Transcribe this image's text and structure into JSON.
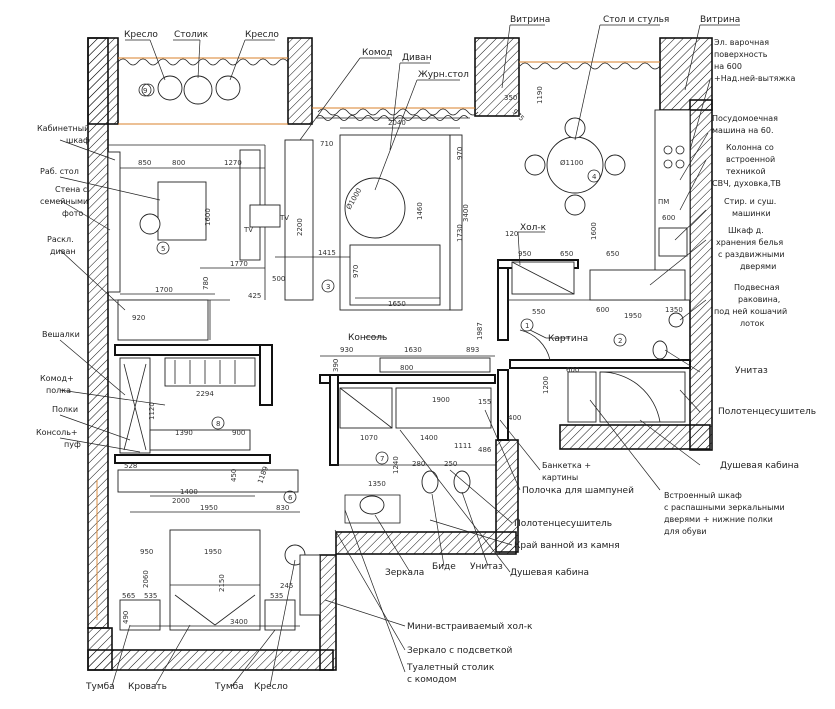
{
  "labels": {
    "armchair_left": "Кресло",
    "coffee_table": "Столик",
    "armchair_right": "Кресло",
    "dresser": "Комод",
    "sofa": "Диван",
    "journal_table": "Журн.стол",
    "showcase_1": "Витрина",
    "table_chairs": "Стол и стулья",
    "showcase_2": "Витрина",
    "cooktop": [
      "Эл. варочная",
      "поверхность",
      "на 600",
      "+Над.ней-вытяжка"
    ],
    "cabinet_wardrobe": [
      "Кабинетный",
      "шкаф"
    ],
    "work_table": "Раб. стол",
    "family_wall": [
      "Стена с",
      "семейными",
      "фото"
    ],
    "fold_sofa": [
      "Раскл.",
      "диван"
    ],
    "dishwasher": [
      "Посудомоечная",
      "машина на 60."
    ],
    "column": [
      "Колонна со",
      "встроенной",
      "техникой",
      "СВЧ, духовка,ТВ"
    ],
    "fridge": "Хол-к",
    "washer": [
      "Стир. и суш.",
      "машинки"
    ],
    "linen_closet": [
      "Шкаф д.",
      "хранения белья",
      "с раздвижными",
      "дверями"
    ],
    "sink": [
      "Подвесная",
      "раковина,",
      "под ней кошачий",
      "лоток"
    ],
    "hangers": "Вешалки",
    "dresser_shelf": [
      "Комод+",
      "полка"
    ],
    "shelves": "Полки",
    "console_pouf": [
      "Консоль+",
      "пуф"
    ],
    "console": "Консоль",
    "painting": "Картина",
    "toilet_1": "Унитаз",
    "towel_dryer_1": "Полотенцесушитель",
    "shower_1": "Душевая кабина",
    "bench": [
      "Банкетка +",
      "картины"
    ],
    "shampoo_shelf": "Полочка для шампуней",
    "towel_dryer_2": "Полотенцесушитель",
    "stone_edge": "Край ванной из камня",
    "wardrobe_mirror": [
      "Встроенный шкаф",
      "с распашными зеркальными",
      "дверями + нижние полки",
      "для обуви"
    ],
    "mirrors": "Зеркала",
    "bidet": "Биде",
    "toilet_2": "Унитаз",
    "shower_2": "Душевая кабина",
    "mini_fridge": "Мини-встраиваемый хол-к",
    "lit_mirror": "Зеркало с подсветкой",
    "vanity": [
      "Туалетный столик",
      "с комодом"
    ],
    "nightstand_left": "Тумба",
    "bed": "Кровать",
    "nightstand_right": "Тумба",
    "armchair_bed": "Кресло",
    "pm": "ПМ",
    "tv_a": "TV",
    "tv_b": "TV"
  },
  "rooms": [
    "1",
    "2",
    "3",
    "4",
    "5",
    "6",
    "7",
    "8",
    "9"
  ],
  "dimensions": {
    "top_2040": "2040",
    "d_710": "710",
    "d_970a": "970",
    "d_1000": "Ø1000",
    "d_1460": "1460",
    "d_3400a": "3400",
    "d_970b": "970",
    "d_1730": "1730",
    "d_1650": "1650",
    "d_1415": "1415",
    "d_2200": "2200",
    "d_850": "850",
    "d_800a": "800",
    "d_1270": "1270",
    "d_1600": "1600",
    "d_1770": "1770",
    "d_500a": "500",
    "d_425": "425",
    "d_1700": "1700",
    "d_920": "920",
    "d_780": "780",
    "d_1190": "1190",
    "d_1100": "Ø1100",
    "d_975": "975",
    "d_350": "350",
    "d_950a": "950",
    "d_650a": "650",
    "d_650b": "650",
    "d_120": "120",
    "d_1600b": "1600",
    "d_600a": "600",
    "d_550": "550",
    "d_600b": "600",
    "d_1950a": "1950",
    "d_1350a": "1350",
    "d_930": "930",
    "d_1630": "1630",
    "d_893": "893",
    "d_1987": "1987",
    "d_800b": "800",
    "d_390": "390",
    "d_1900": "1900",
    "d_155": "155",
    "d_1070": "1070",
    "d_1400a": "1400",
    "d_1111": "1111",
    "d_2294": "2294",
    "d_1390": "1390",
    "d_900": "900",
    "d_1120": "1120",
    "d_528": "528",
    "d_1400b": "1400",
    "d_2000": "2000",
    "d_1950b": "1950",
    "d_830": "830",
    "d_950b": "950",
    "d_1950c": "1950",
    "d_2060": "2060",
    "d_2150": "2150",
    "d_565": "565",
    "d_535a": "535",
    "d_535b": "535",
    "d_490": "490",
    "d_3400b": "3400",
    "d_245": "245",
    "d_1350b": "1350",
    "d_1240": "1240",
    "d_280": "280",
    "d_250": "250",
    "d_486": "486",
    "d_1200": "1200",
    "d_400": "400",
    "d_600c": "600",
    "d_1189": "1189",
    "d_450": "450"
  },
  "colors": {
    "line": "#111111",
    "accent": "#d9822b",
    "background": "#ffffff"
  }
}
